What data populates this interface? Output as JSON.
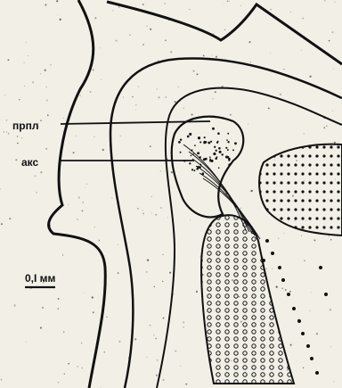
{
  "labels": {
    "prpl": "прпл",
    "aks": "акс",
    "scale": "0,I мм"
  }
}
